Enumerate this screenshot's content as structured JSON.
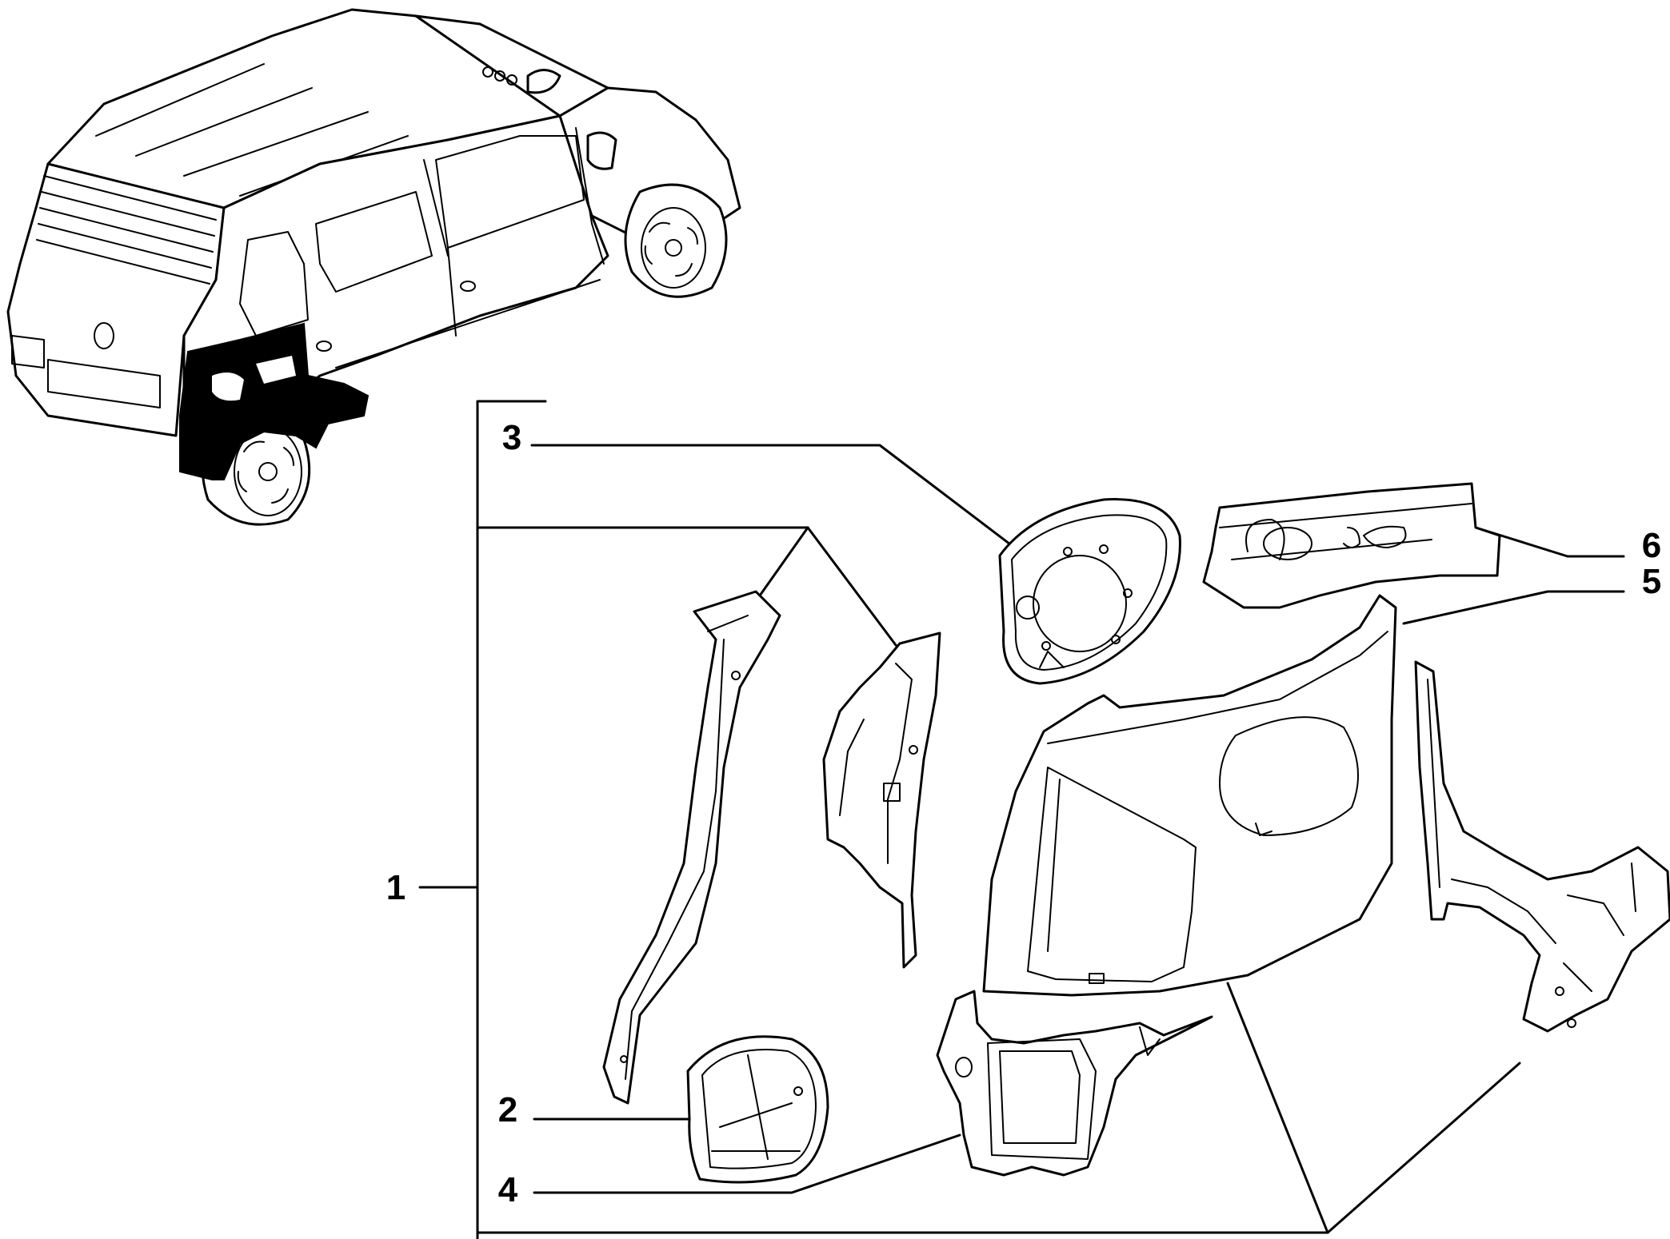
{
  "callouts": {
    "c1": "1",
    "c2": "2",
    "c3": "3",
    "c4": "4",
    "c5": "5",
    "c6": "6"
  },
  "colors": {
    "line": "#000000",
    "background": "#ffffff",
    "highlight": "#000000"
  }
}
